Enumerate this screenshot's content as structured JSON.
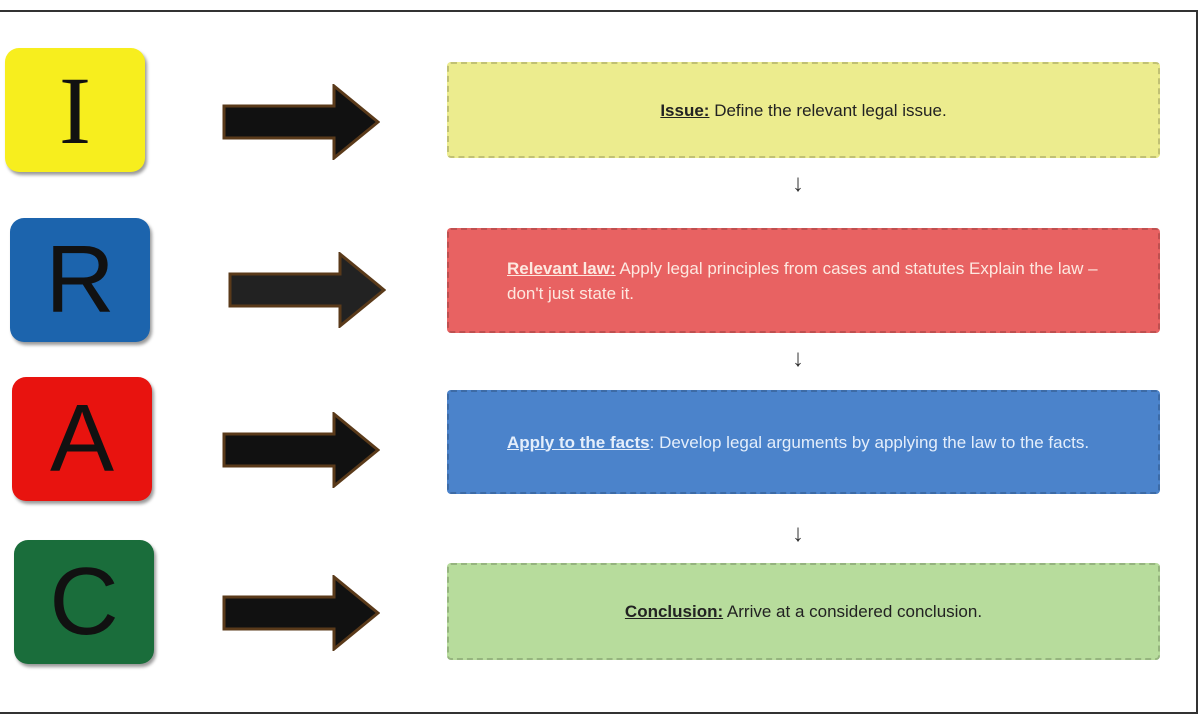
{
  "letters": [
    {
      "char": "I",
      "color": "#f7ee1e"
    },
    {
      "char": "R",
      "color": "#1c64ad"
    },
    {
      "char": "A",
      "color": "#e8130f"
    },
    {
      "char": "C",
      "color": "#1a6d3b"
    }
  ],
  "steps": [
    {
      "label": "Issue:",
      "text": " Define the relevant legal issue.",
      "color": "#ecec8e",
      "text_color": "#222"
    },
    {
      "label": "Relevant law:",
      "text": "  Apply legal principles from cases and statutes Explain the law – don't just state it.",
      "color": "#e86262",
      "text_color": "#fde8e0"
    },
    {
      "label": "Apply to the facts",
      "text": ": Develop legal arguments by applying the law to the facts.",
      "color": "#4b83cb",
      "text_color": "#e4eefb"
    },
    {
      "label": "Conclusion:",
      "text": " Arrive at a considered conclusion.",
      "color": "#b7dc9c",
      "text_color": "#222"
    }
  ],
  "connector": "↓"
}
